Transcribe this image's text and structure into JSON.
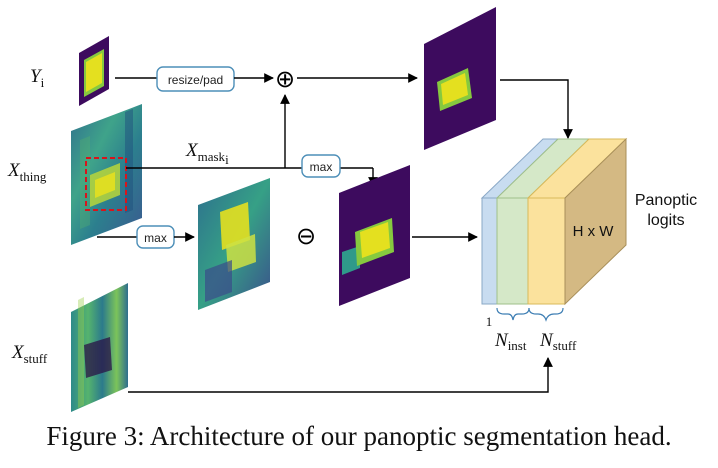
{
  "labels": {
    "y_i": "Y",
    "y_i_sub": "i",
    "x_thing": "X",
    "x_thing_sub": "thing",
    "x_mask": "X",
    "x_mask_sub": "mask",
    "x_mask_subsub": "i",
    "x_stuff": "X",
    "x_stuff_sub": "stuff"
  },
  "ops": {
    "resize_pad": "resize/pad",
    "max_top": "max",
    "max_left": "max",
    "plus_symbol": "⊕",
    "minus_symbol": "⊖"
  },
  "output": {
    "title_line1": "Panoptic",
    "title_line2": "logits",
    "dims": "H x W",
    "one": "1",
    "n_inst": "N",
    "n_inst_sub": "inst",
    "n_stuff": "N",
    "n_stuff_sub": "stuff"
  },
  "caption": "Figure 3: Architecture of our panoptic segmentation head.",
  "colors": {
    "dark_purple": "#3d0b5e",
    "yellow": "#e4e01f",
    "teal": "#2a8f8c",
    "block_blue": "#c8dcf0",
    "block_green": "#d5e8c8",
    "block_yellow": "#fbe29d",
    "block_tan": "#d4b983"
  }
}
